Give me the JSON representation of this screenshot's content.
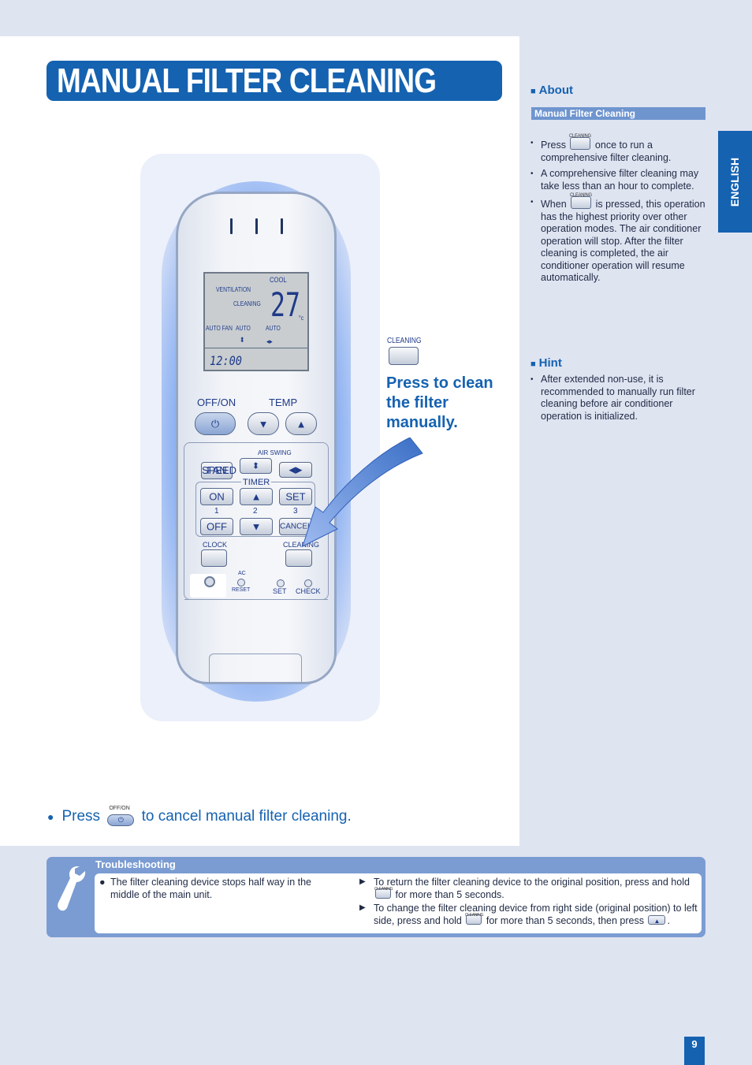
{
  "title": "MANUAL FILTER CLEANING",
  "language_tab": "ENGLISH",
  "about": {
    "heading": "About",
    "subheading": "Manual Filter Cleaning",
    "items": [
      {
        "before": "Press",
        "icon_caption": "CLEANING",
        "after": "once to run a comprehensive filter cleaning."
      },
      {
        "text": "A comprehensive filter cleaning may take less than an hour to complete."
      },
      {
        "before": "When",
        "icon_caption": "CLEANING",
        "after": "is pressed, this operation has the highest priority over other operation modes. The air conditioner operation will stop. After the filter cleaning is completed, the air conditioner operation will resume automatically."
      }
    ]
  },
  "hint": {
    "heading": "Hint",
    "items": [
      "After extended non-use, it is recommended to manually run filter cleaning before air conditioner operation is initialized."
    ]
  },
  "callout": {
    "button_caption": "CLEANING",
    "line1": "Press to clean",
    "line2": "the filter",
    "line3": "manually."
  },
  "cancel_note": {
    "before": "Press",
    "icon_caption": "OFF/ON",
    "after": "to cancel manual filter cleaning."
  },
  "remote": {
    "lcd": {
      "mode": "COOL",
      "ventilation": "VENTILATION",
      "cleaning": "CLEANING",
      "temperature": "27",
      "unit": "°c",
      "fan": "AUTO FAN",
      "fan_value": "AUTO",
      "swing_value": "AUTO",
      "clock": "12:00"
    },
    "offon_label": "OFF/ON",
    "temp_label": "TEMP",
    "air_swing_label": "AIR SWING",
    "fan_speed_label_1": "FAN",
    "fan_speed_label_2": "SPEED",
    "timer_label": "TIMER",
    "on_label": "ON",
    "set_label": "SET",
    "off_label": "OFF",
    "cancel_label": "CANCEL",
    "num1": "1",
    "num2": "2",
    "num3": "3",
    "clock_label": "CLOCK",
    "cleaning_label": "CLEANING",
    "ac_label": "AC",
    "reset_label": "RESET",
    "set_small_label": "SET",
    "check_label": "CHECK"
  },
  "troubleshooting": {
    "title": "Troubleshooting",
    "problem": "The filter cleaning device stops half way in the middle of the main unit.",
    "solution1_before": "To return the filter cleaning device to the original position, press and hold",
    "solution1_caption": "CLEANING",
    "solution1_after": "for more than 5 seconds.",
    "solution2_before": "To change the filter cleaning device from right side (original position) to left side, press and hold",
    "solution2_caption": "CLEANING",
    "solution2_middle": "for more than 5 seconds, then press",
    "solution2_end": "."
  },
  "page_number": "9",
  "colors": {
    "brand_blue": "#1562b1",
    "panel_bg": "#dfe4f1",
    "trouble_bg": "#7a9cd2"
  },
  "icons": [
    "wrench-icon",
    "cleaning-button-icon",
    "offon-button-icon",
    "up-arrow-button-icon"
  ]
}
